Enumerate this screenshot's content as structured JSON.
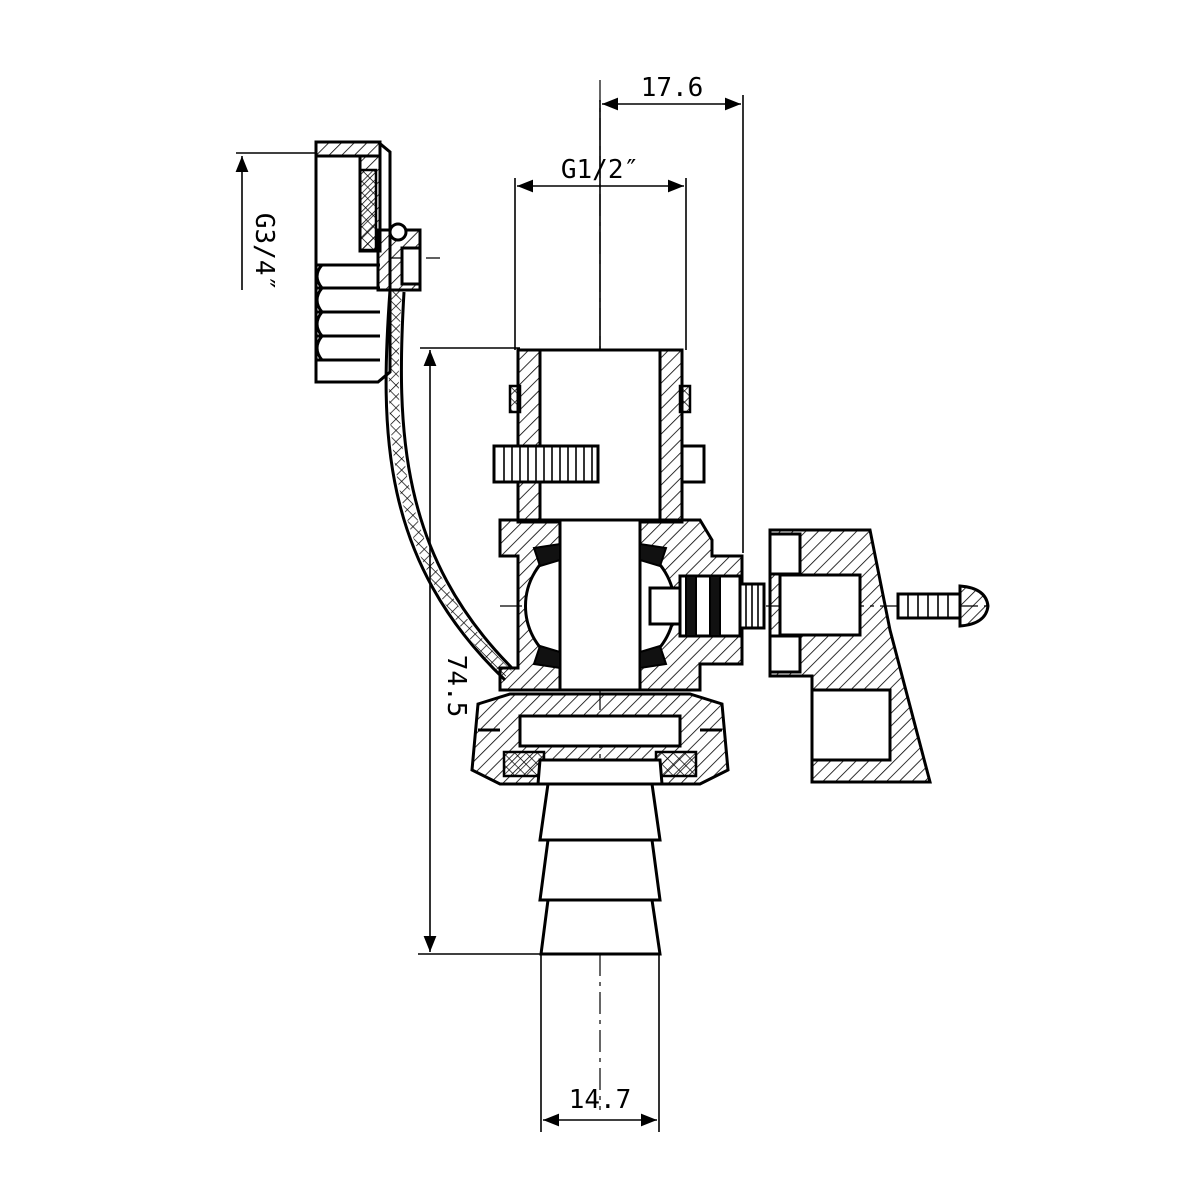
{
  "dimensions": {
    "width_top": "17.6",
    "thread_top": "G1/2″",
    "thread_cap": "G3/4″",
    "height": "74.5",
    "width_bottom": "14.7"
  },
  "colors": {
    "line": "#000000",
    "background": "#ffffff"
  }
}
